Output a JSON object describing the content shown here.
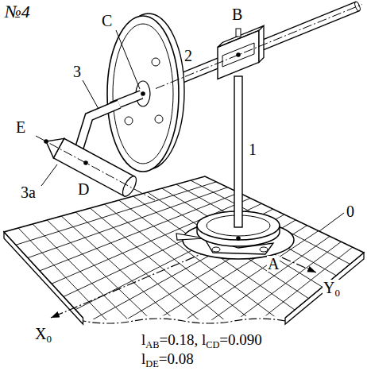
{
  "diagram": {
    "labels": [
      "№4",
      "B",
      "2",
      "C",
      "3",
      "E",
      "D",
      "3a",
      "1",
      "0",
      "A",
      "X0",
      "Y0",
      "lAB=0.18, lCD=0.090",
      "lDE=0.08"
    ]
  }
}
